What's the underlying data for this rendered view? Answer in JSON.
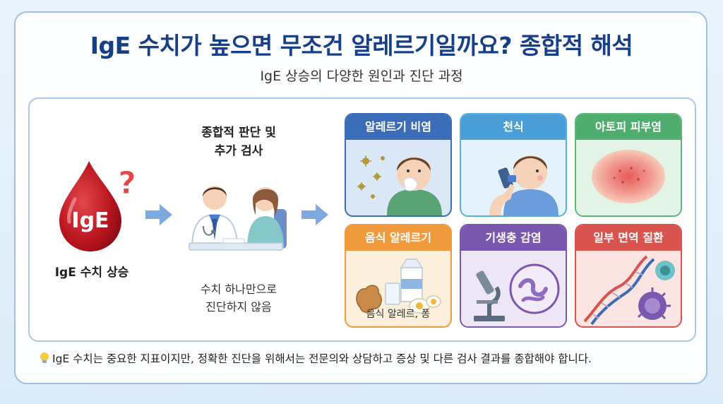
{
  "header": {
    "title": "IgE 수치가 높으면 무조건 알레르기일까요? 종합적 해석",
    "subtitle": "IgE 상승의 다양한 원인과 진단 과정"
  },
  "drop": {
    "text": "IgE",
    "mark": "?",
    "label": "IgE 수치 상승"
  },
  "doctor": {
    "title_line1": "종합적 판단 및",
    "title_line2": "추가 검사",
    "caption_line1": "수치 하나만으로",
    "caption_line2": "진단하지 않음"
  },
  "causes": [
    {
      "label": "알레르기 비염",
      "color": "#3a6cb8",
      "bg": "#dbe8f7",
      "border": "#3a6cb8",
      "icon": "sneezing-boy-icon"
    },
    {
      "label": "천식",
      "color": "#4a9fd8",
      "bg": "#e4f2fb",
      "border": "#5aaee0",
      "icon": "inhaler-boy-icon"
    },
    {
      "label": "아토피 피부염",
      "color": "#4fae6e",
      "bg": "#e3f4e6",
      "border": "#5db67a",
      "icon": "skin-rash-icon"
    },
    {
      "label": "음식 알레르기",
      "color": "#ef9a3c",
      "bg": "#fcefdc",
      "border": "#ef9a3c",
      "icon": "food-icon",
      "note": "음식 알레르, 퐁"
    },
    {
      "label": "기생충 감염",
      "color": "#7b58b0",
      "bg": "#ede6f6",
      "border": "#7b58b0",
      "icon": "microscope-parasite-icon"
    },
    {
      "label": "일부 면역 질환",
      "color": "#d9534f",
      "bg": "#fbe4e2",
      "border": "#d9534f",
      "icon": "dna-cell-icon"
    }
  ],
  "footer": {
    "icon": "lightbulb-icon",
    "text": "IgE 수치는 중요한 지표이지만, 정확한 진단을 위해서는 전문의와 상담하고 증상 및 다른 검사 결과를 종합해야 합니다."
  }
}
